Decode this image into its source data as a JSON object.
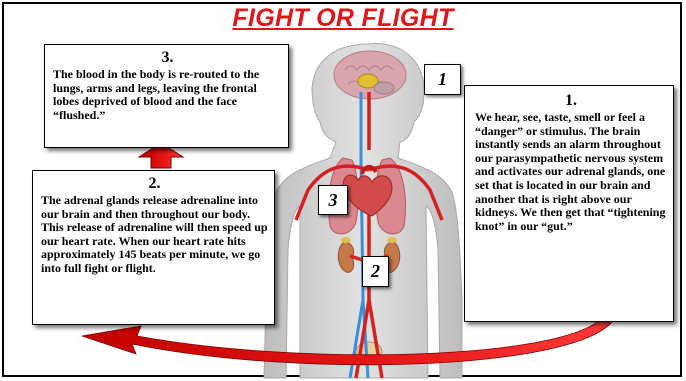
{
  "title": "FIGHT OR FLIGHT",
  "boxes": {
    "one": {
      "number": "1.",
      "text": "We hear, see, taste, smell or feel a “danger” or stimulus. The brain instantly sends an alarm throughout our parasympathetic nervous system and activates our adrenal glands, one set that is located in our brain and another that is right above our kidneys.  We then get that “tightening knot” in our “gut.”"
    },
    "two": {
      "number": "2.",
      "text": "The adrenal glands release adrenaline into our brain and then throughout our body.  This release of adrenaline will then speed up our heart rate. When our heart rate hits approximately 145 beats per minute, we go into full fight or flight."
    },
    "three": {
      "number": "3.",
      "text": "The blood in the body is re-routed to the lungs, arms and legs, leaving the frontal lobes deprived of blood and the face “flushed.”"
    }
  },
  "tags": {
    "one": "1",
    "two": "2",
    "three": "3"
  },
  "colors": {
    "title": "#e0161b",
    "arrow": "#e01010",
    "skin": "#d6d6d6",
    "artery": "#d42020",
    "vein": "#3a8ed8"
  }
}
